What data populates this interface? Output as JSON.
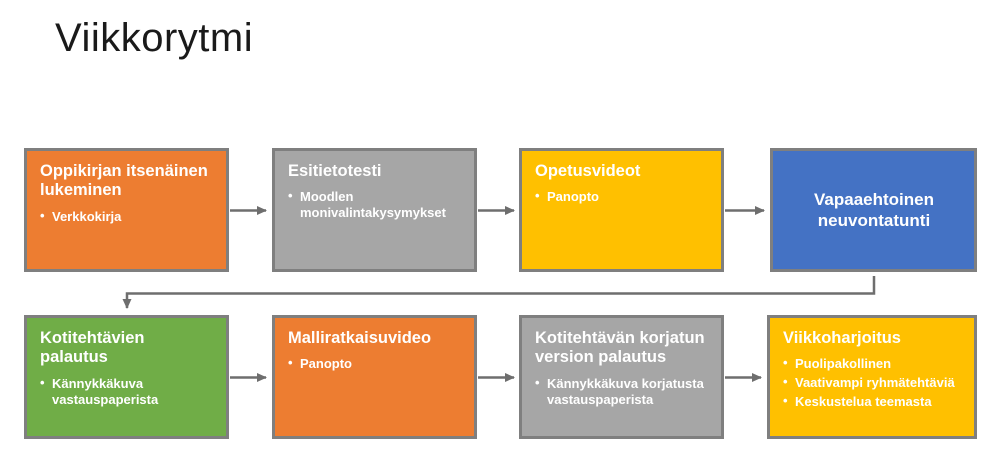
{
  "page": {
    "title": "Viikkorytmi",
    "background": "#ffffff"
  },
  "palette": {
    "orange": "#ED7D31",
    "gray": "#A6A6A6",
    "yellow": "#FFC000",
    "blue": "#4472C4",
    "green": "#70AD47",
    "box_border": "#7F7F7F",
    "arrow": "#6E6E6E",
    "text_on_box": "#FFFFFF",
    "title_text": "#1A1A1A"
  },
  "boxes": [
    {
      "title": "Oppikirjan itsenäinen lukeminen",
      "bullets": [
        "Verkkokirja"
      ],
      "color": "#ED7D31"
    },
    {
      "title": "Esitietotesti",
      "bullets": [
        "Moodlen monivalintakysymykset"
      ],
      "color": "#A6A6A6"
    },
    {
      "title": "Opetusvideot",
      "bullets": [
        "Panopto"
      ],
      "color": "#FFC000"
    },
    {
      "title": "Vapaaehtoinen neuvontatunti",
      "bullets": [],
      "color": "#4472C4"
    },
    {
      "title": "Kotitehtävien palautus",
      "bullets": [
        "Kännykkäkuva vastauspaperista"
      ],
      "color": "#70AD47"
    },
    {
      "title": "Malliratkaisuvideo",
      "bullets": [
        "Panopto"
      ],
      "color": "#ED7D31"
    },
    {
      "title": "Kotitehtävän korjatun version palautus",
      "bullets": [
        "Kännykkäkuva korjatusta vastauspaperista"
      ],
      "color": "#A6A6A6"
    },
    {
      "title": "Viikkoharjoitus",
      "bullets": [
        "Puolipakollinen",
        "Vaativampi ryhmätehtäviä",
        "Keskustelua teemasta"
      ],
      "color": "#FFC000"
    }
  ]
}
